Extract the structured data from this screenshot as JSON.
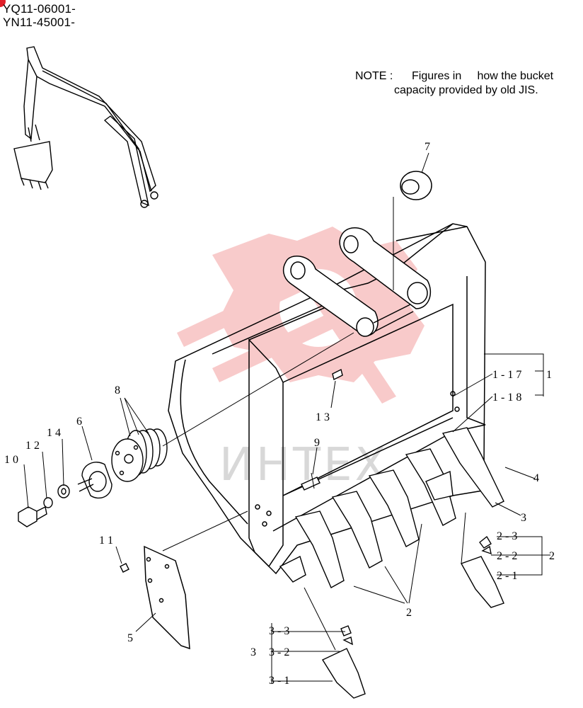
{
  "serial_numbers": [
    "YQ11-06001-",
    "YN11-45001-"
  ],
  "note": {
    "line1": "NOTE :      Figures in     how the bucket",
    "line2": "capacity provided by old JIS."
  },
  "watermark": {
    "text": "ИНТЕХ",
    "logo_color": "#f05a5a",
    "text_color": "#d8d8d8"
  },
  "part_labels": {
    "p7": "7",
    "p8": "8",
    "p6": "6",
    "p14": "1 4",
    "p12": "1 2",
    "p10": "1 0",
    "p9": "9",
    "p11": "1 1",
    "p5": "5",
    "p13": "1 3",
    "p17": "1 - 1 7",
    "p18": "1 - 1 8",
    "p1": "1",
    "p4": "4",
    "p3": "3",
    "p2_main": "2",
    "p2_3": "2 - 3",
    "p2_2": "2 - 2",
    "p2_1": "2 - 1",
    "p2_bracket": "2",
    "p3_3": "3 - 3",
    "p3_2": "3 - 2",
    "p3_1": "3 - 1",
    "p3_bracket": "3"
  }
}
